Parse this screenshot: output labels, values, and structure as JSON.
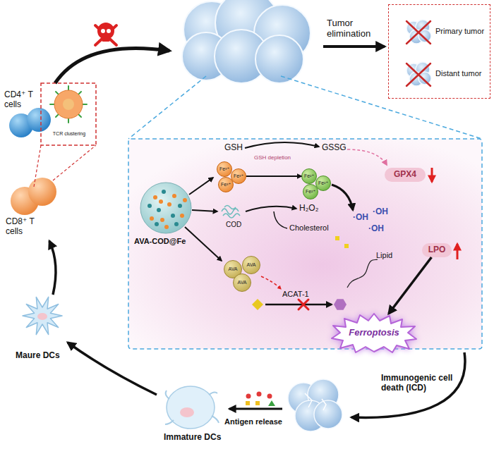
{
  "diagram": {
    "nodes": [
      {
        "text": [
          "Primary tumor",
          "Distant tumor"
        ]
      },
      {
        "text": [
          "Fe³⁺"
        ]
      },
      {
        "text": [
          "Fe³⁺"
        ]
      },
      {
        "text": [
          "Fe³⁺"
        ]
      },
      {
        "text": [
          "Fe²⁺"
        ]
      },
      {
        "text": [
          "Fe²⁺"
        ]
      },
      {
        "text": [
          "Fe²⁺"
        ]
      },
      {
        "text": [
          "GPX4"
        ]
      },
      {
        "text": [
          "LPO"
        ]
      },
      {
        "text": [
          "AVA"
        ]
      },
      {
        "text": [
          "AVA"
        ]
      },
      {
        "text": [
          "AVA"
        ]
      },
      {
        "text": [
          "Ferroptosis"
        ]
      }
    ],
    "edges": [
      {
        "from": 2,
        "to": 4,
        "arrow": "to"
      },
      {
        "from": 8,
        "to": 12,
        "arrow": "to"
      }
    ],
    "labels": [
      "Tumor elimination",
      "CD4⁺ T cells",
      "TCR clustering",
      "CD8⁺ T cells",
      "GSH",
      "GSH depletion",
      "GSSG",
      "AVA-COD@Fe",
      "COD",
      "H₂O₂",
      "·OH",
      "·OH",
      "·OH",
      "Cholesterol",
      "Lipid",
      "ACAT-1",
      "Maure DCs",
      "Immunogenic cell death (ICD)",
      "Antigen release",
      "Immature DCs"
    ]
  }
}
